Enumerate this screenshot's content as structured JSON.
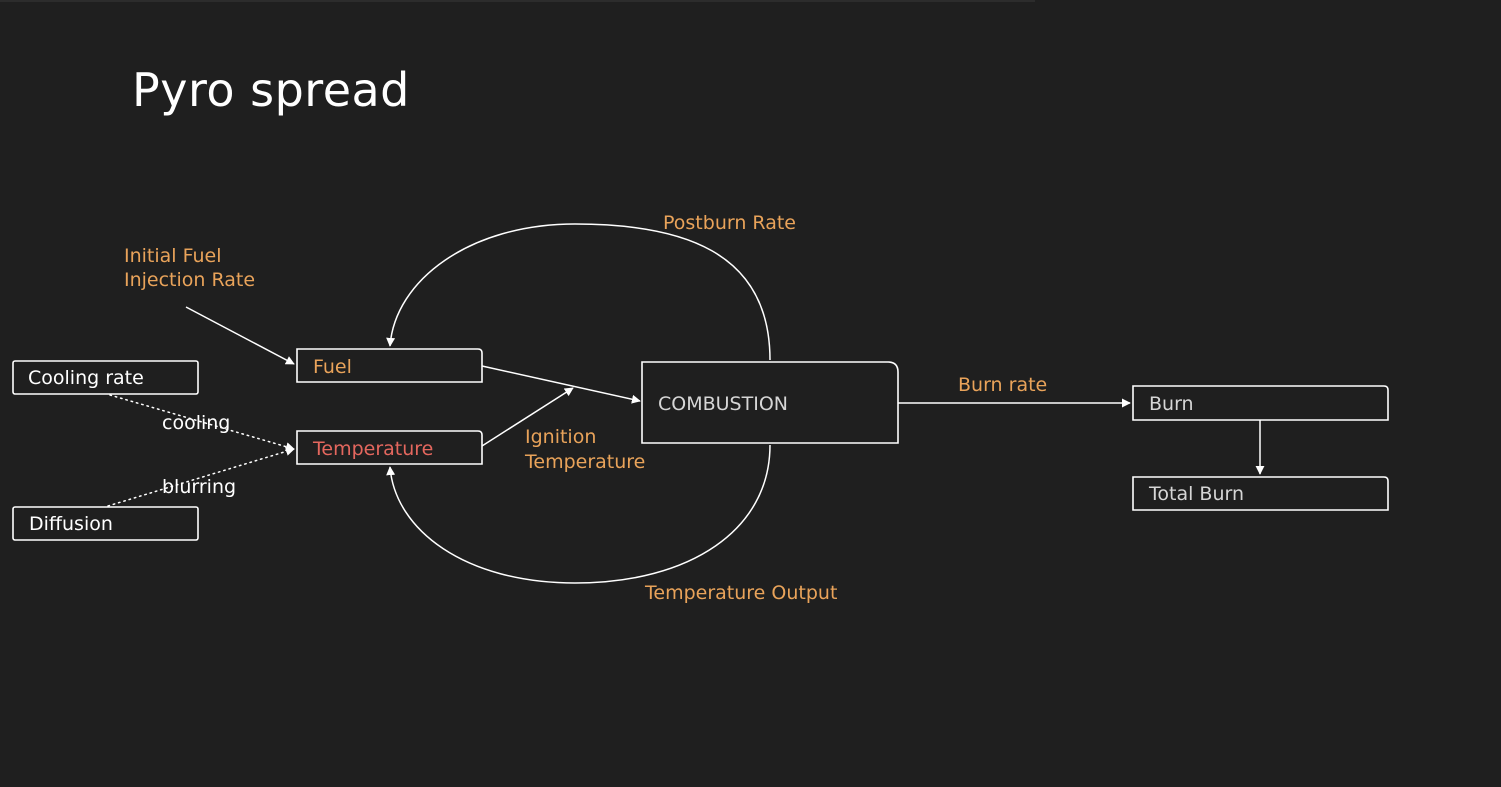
{
  "slide": {
    "title": "Pyro spread"
  },
  "nodes": {
    "cooling_rate": "Cooling rate",
    "diffusion": "Diffusion",
    "fuel": "Fuel",
    "temperature": "Temperature",
    "combustion": "COMBUSTION",
    "burn": "Burn",
    "total_burn": "Total Burn"
  },
  "edge_labels": {
    "initial_fuel_line1": "Initial Fuel",
    "initial_fuel_line2": "Injection Rate",
    "postburn_rate": "Postburn Rate",
    "ignition_line1": "Ignition",
    "ignition_line2": "Temperature",
    "temperature_output": "Temperature Output",
    "burn_rate": "Burn rate",
    "cooling": "cooling",
    "blurring": "blurring"
  },
  "colors": {
    "background": "#1f1f1f",
    "line": "#ffffff",
    "label_accent": "#e9a35a",
    "temperature_text": "#e4675e"
  }
}
